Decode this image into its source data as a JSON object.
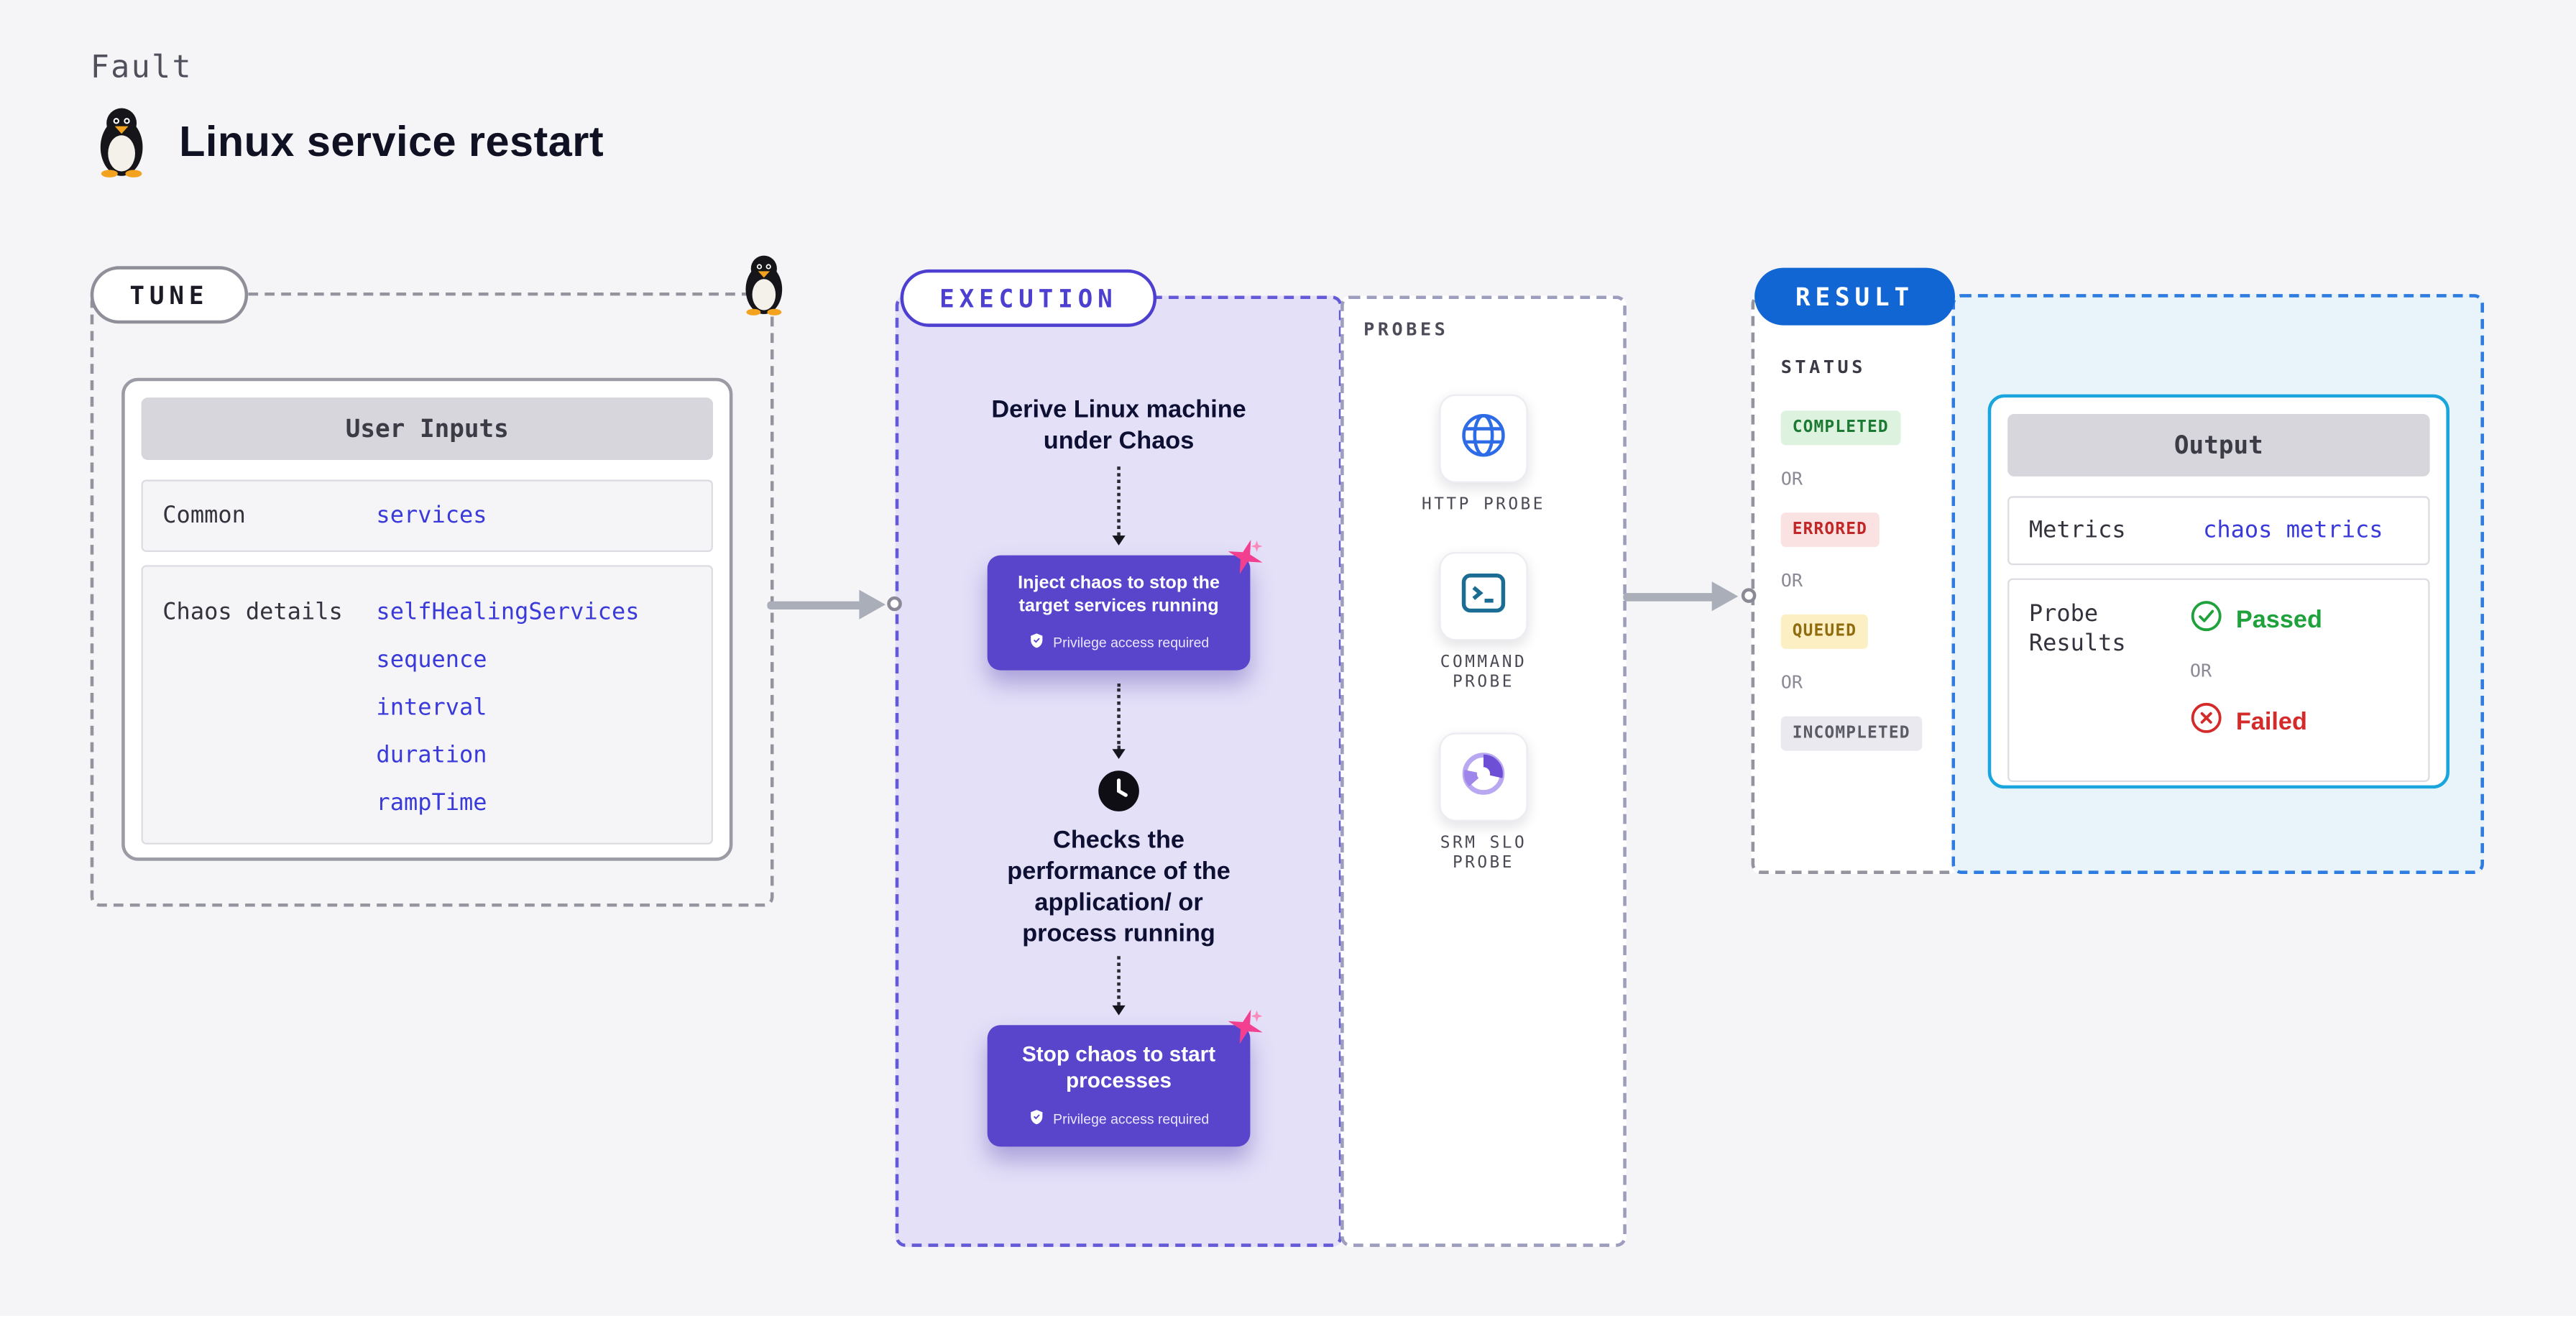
{
  "page": {
    "kicker": "Fault",
    "title": "Linux service restart"
  },
  "tune": {
    "label": "TUNE",
    "user_inputs": {
      "header": "User Inputs",
      "common_label": "Common",
      "common_value": "services",
      "chaos_label": "Chaos details",
      "chaos_values": [
        "selfHealingServices",
        "sequence",
        "interval",
        "duration",
        "rampTime"
      ]
    }
  },
  "execution": {
    "label": "EXECUTION",
    "step1_text": "Derive Linux machine under Chaos",
    "button1_title": "Inject chaos to stop the target services running",
    "button1_note": "Privilege access required",
    "step2_text": "Checks the performance of the application/ or process running",
    "button2_title": "Stop chaos to start processes",
    "button2_note": "Privilege access required"
  },
  "probes": {
    "label": "PROBES",
    "items": [
      {
        "icon": "globe-icon",
        "label": "HTTP PROBE"
      },
      {
        "icon": "terminal-icon",
        "label": "COMMAND PROBE"
      },
      {
        "icon": "slo-pie-icon",
        "label": "SRM SLO PROBE"
      }
    ]
  },
  "result": {
    "label": "RESULT",
    "status": {
      "header": "STATUS",
      "separator": "OR",
      "badges": [
        {
          "label": "COMPLETED",
          "bg": "#ddf2df",
          "fg": "#1d7a32"
        },
        {
          "label": "ERRORED",
          "bg": "#fbe2e2",
          "fg": "#c12727"
        },
        {
          "label": "QUEUED",
          "bg": "#fcefc4",
          "fg": "#8f6c0e"
        },
        {
          "label": "INCOMPLETED",
          "bg": "#e9e9ef",
          "fg": "#5b5b66"
        }
      ]
    },
    "output": {
      "header": "Output",
      "metrics_label": "Metrics",
      "metrics_value": "chaos metrics",
      "probe_results_label": "Probe Results",
      "passed_label": "Passed",
      "separator": "OR",
      "failed_label": "Failed"
    }
  },
  "colors": {
    "page_bg": "#f5f5f8",
    "code_link_blue": "#3a3ada",
    "execution_bg": "#e4e0f8",
    "execution_button_purple": "#5945cc",
    "execution_border_purple": "#6459d6",
    "result_pill_blue": "#1166d4",
    "output_border_cyan": "#1aa5dc",
    "output_dash_blue": "#2f7ce0",
    "passed_green": "#1fa23c",
    "failed_red": "#d42a2a",
    "sparkle_pink": "#f23f8f"
  }
}
